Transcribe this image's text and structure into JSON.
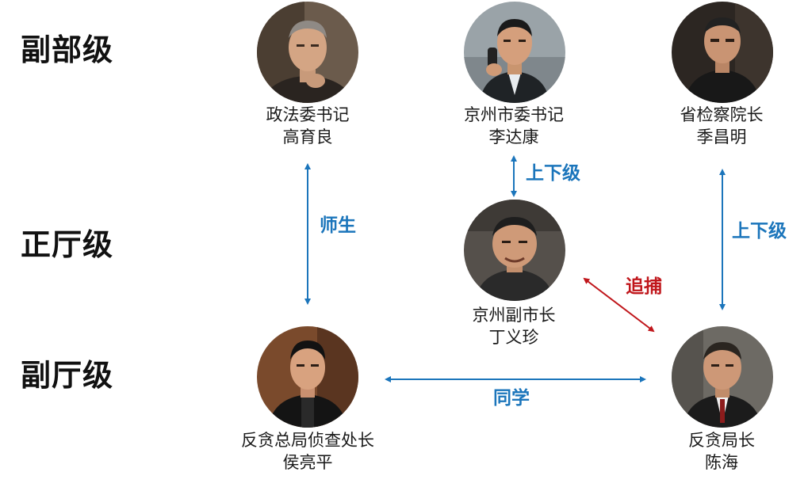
{
  "levels": [
    "副部级",
    "正厅级",
    "副厅级"
  ],
  "people": [
    {
      "title": "政法委书记",
      "name": "高育良"
    },
    {
      "title": "京州市委书记",
      "name": "李达康"
    },
    {
      "title": "省检察院长",
      "name": "季昌明"
    },
    {
      "title": "京州副市长",
      "name": "丁义珍"
    },
    {
      "title": "反贪总局侦查处长",
      "name": "侯亮平"
    },
    {
      "title": "反贪局长",
      "name": "陈海"
    }
  ],
  "relations": [
    {
      "label": "师生",
      "color": "#1b75bb"
    },
    {
      "label": "上下级",
      "color": "#1b75bb"
    },
    {
      "label": "上下级",
      "color": "#1b75bb"
    },
    {
      "label": "追捕",
      "color": "#c0161b"
    },
    {
      "label": "同学",
      "color": "#1b75bb"
    }
  ],
  "colors": {
    "blue": "#1b75bb",
    "red": "#c0161b"
  }
}
